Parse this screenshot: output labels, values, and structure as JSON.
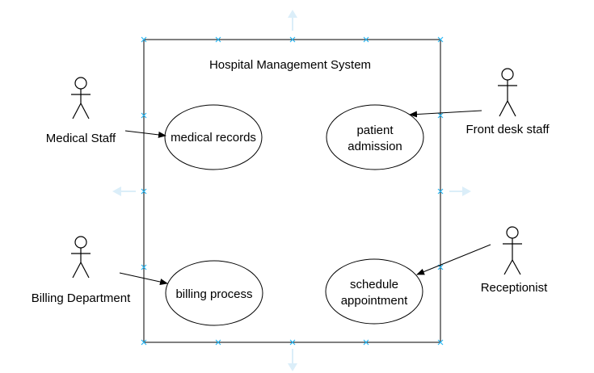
{
  "system": {
    "title": "Hospital Management System"
  },
  "actors": {
    "medical_staff": "Medical Staff",
    "billing": "Billing Department",
    "front_desk": "Front desk staff",
    "receptionist": "Receptionist"
  },
  "use_cases": {
    "medical_records": "medical records",
    "patient_admission_1": "patient",
    "patient_admission_2": "admission",
    "billing_process": "billing process",
    "schedule_1": "schedule",
    "schedule_2": "appointment"
  },
  "colors": {
    "line": "#000000",
    "selection_handle": "#29b6f2",
    "resize_arrow": "#dbeef9"
  }
}
